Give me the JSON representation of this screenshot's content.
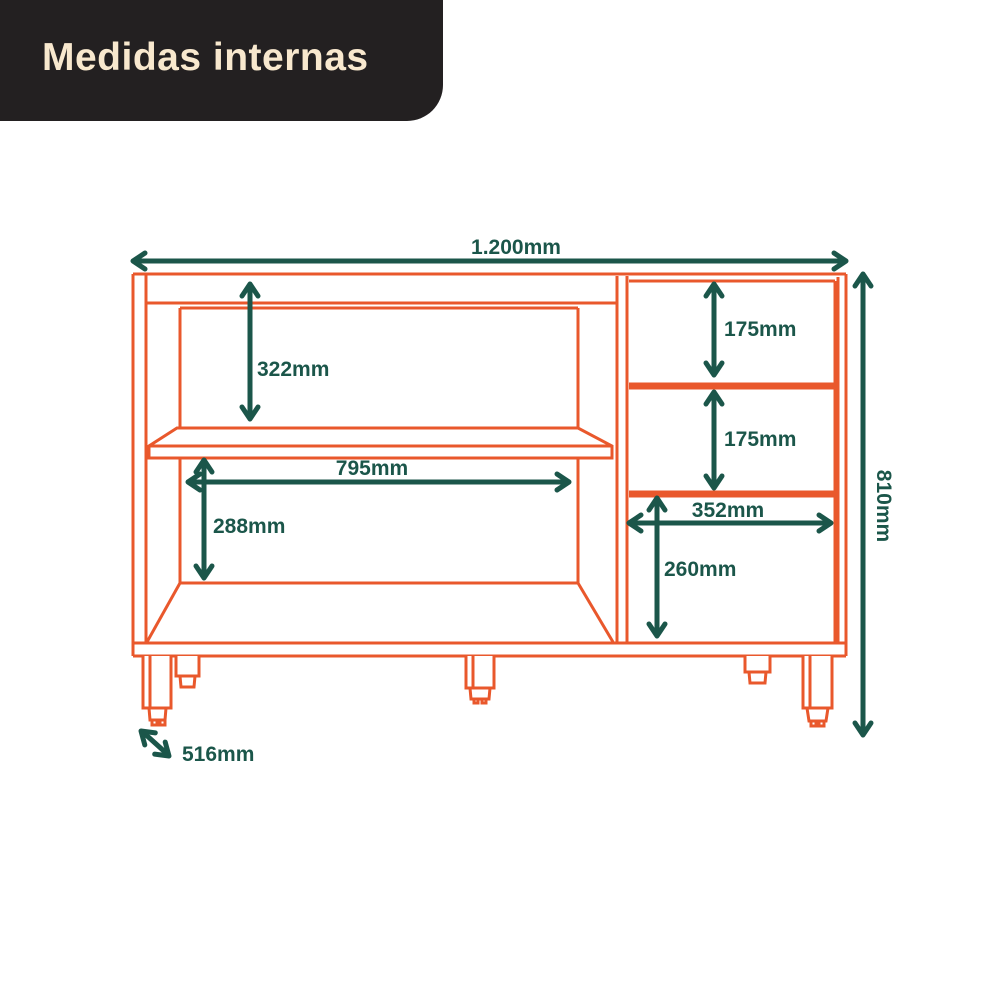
{
  "header": {
    "title": "Medidas internas"
  },
  "colors": {
    "outline": "#E9582C",
    "dimension": "#1B564A",
    "header_bg": "#232021",
    "header_text": "#F8E8CE",
    "background": "#FFFFFF"
  },
  "diagram": {
    "subject": "cabinet-internal-measurements",
    "unit": "mm",
    "dims": {
      "width_total": "1.200mm",
      "upper_height": "322mm",
      "shelf_width": "795mm",
      "lower_height": "288mm",
      "drawer_top_height": "175mm",
      "drawer_mid_height": "175mm",
      "drawer_width": "352mm",
      "drawer_bottom_height": "260mm",
      "height_total": "810mm",
      "depth": "516mm"
    }
  }
}
